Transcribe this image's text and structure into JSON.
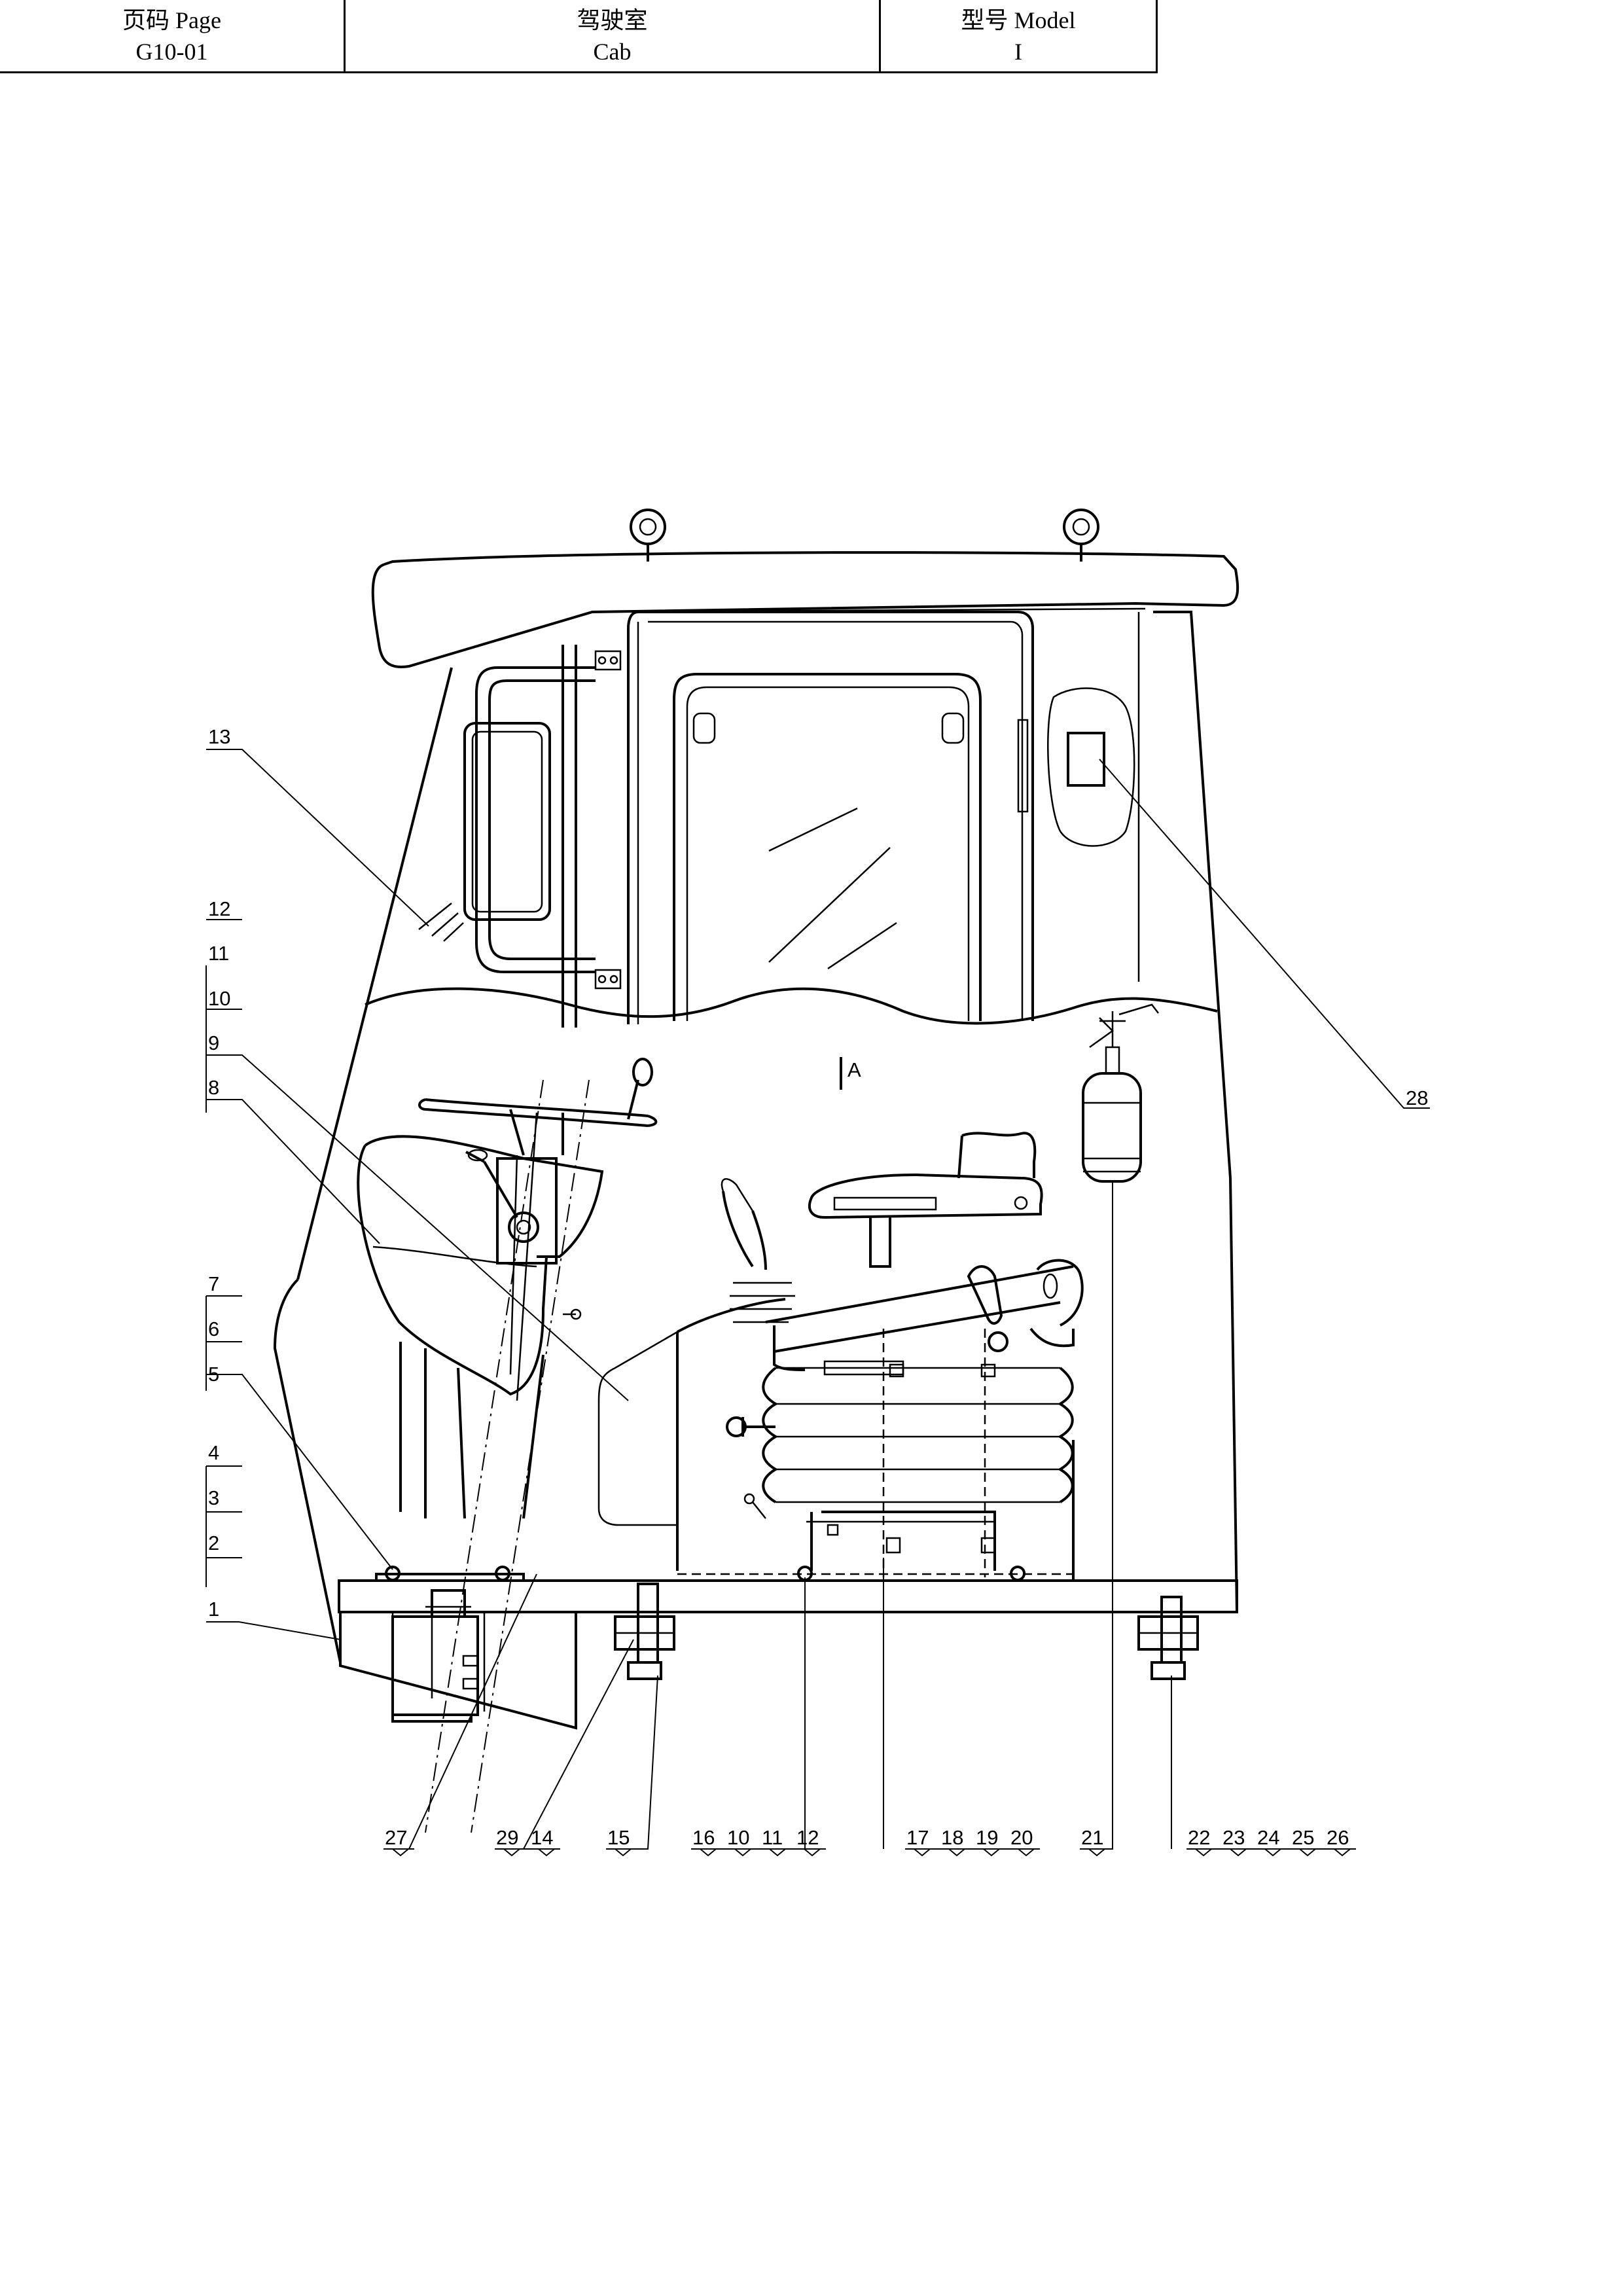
{
  "header": {
    "page_label": "页码 Page",
    "page_value": "G10-01",
    "title_label": "驾驶室",
    "title_value": "Cab",
    "model_label": "型号 Model",
    "model_value": "I"
  },
  "drawing": {
    "view_marker": "A",
    "left_callouts": [
      "13",
      "12",
      "11",
      "10",
      "9",
      "8",
      "7",
      "6",
      "5",
      "4",
      "3",
      "2",
      "1"
    ],
    "right_callouts": [
      "28"
    ],
    "bottom_groups": [
      [
        "27"
      ],
      [
        "29",
        "14"
      ],
      [
        "15"
      ],
      [
        "16",
        "10",
        "11",
        "12"
      ],
      [
        "17",
        "18",
        "19",
        "20"
      ],
      [
        "21"
      ],
      [
        "22",
        "23",
        "24",
        "25",
        "26"
      ]
    ]
  }
}
